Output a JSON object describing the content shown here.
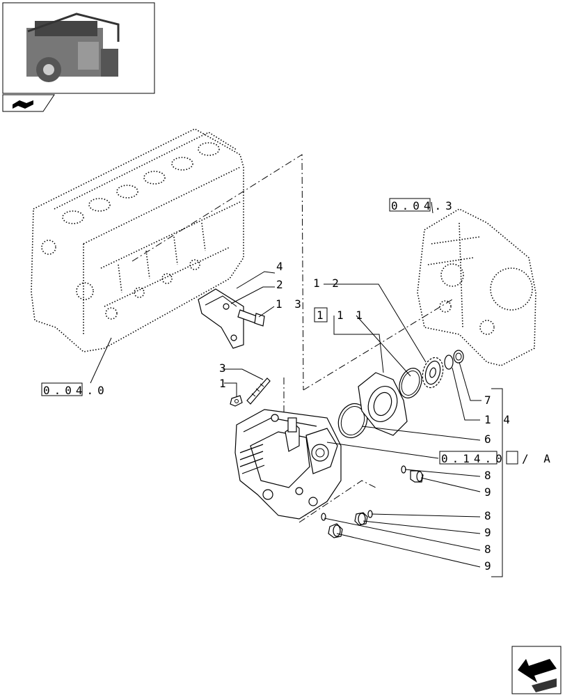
{
  "references": {
    "block_ref": "0.04.0",
    "cover_ref": "0.04.3",
    "pump_ref": "0.14.0",
    "pump_ref_suffix": "/ A",
    "gear_box_ref": "1"
  },
  "callouts": [
    "1",
    "2",
    "3",
    "4",
    "6",
    "7",
    "8",
    "9",
    "11",
    "12",
    "13",
    "14"
  ],
  "icons": {
    "thumbnail": "engine-thumbnail-icon",
    "nav": "folder-arrow-icon",
    "next": "next-page-arrow-icon"
  }
}
